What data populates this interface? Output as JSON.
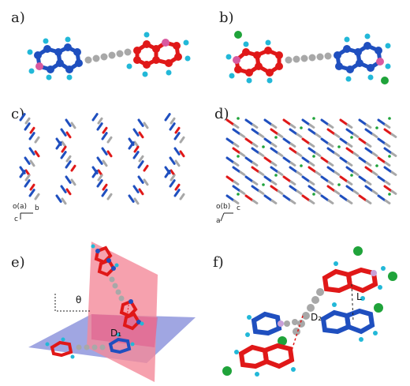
{
  "panels": [
    {
      "id": "a",
      "label": "a)"
    },
    {
      "id": "b",
      "label": "b)"
    },
    {
      "id": "c",
      "label": "c)",
      "axis_origin": "o(a)",
      "axis_h": "b",
      "axis_v": "c"
    },
    {
      "id": "d",
      "label": "d)",
      "axis_origin": "o(b)",
      "axis_h": "c",
      "axis_v": "a"
    },
    {
      "id": "e",
      "label": "e)",
      "angle_symbol": "θ",
      "distance_symbol": "D₁"
    },
    {
      "id": "f",
      "label": "f)",
      "distance_symbol": "D₂",
      "length_symbol": "L"
    }
  ],
  "colors": {
    "blue": "#1f4fbf",
    "red": "#e01818",
    "grey": "#a8a8a8",
    "cyan": "#22b8d8",
    "pink": "#d85aa0",
    "green": "#1fa33a",
    "plane_red": "#f48a9a",
    "plane_blue": "#8088d8"
  }
}
